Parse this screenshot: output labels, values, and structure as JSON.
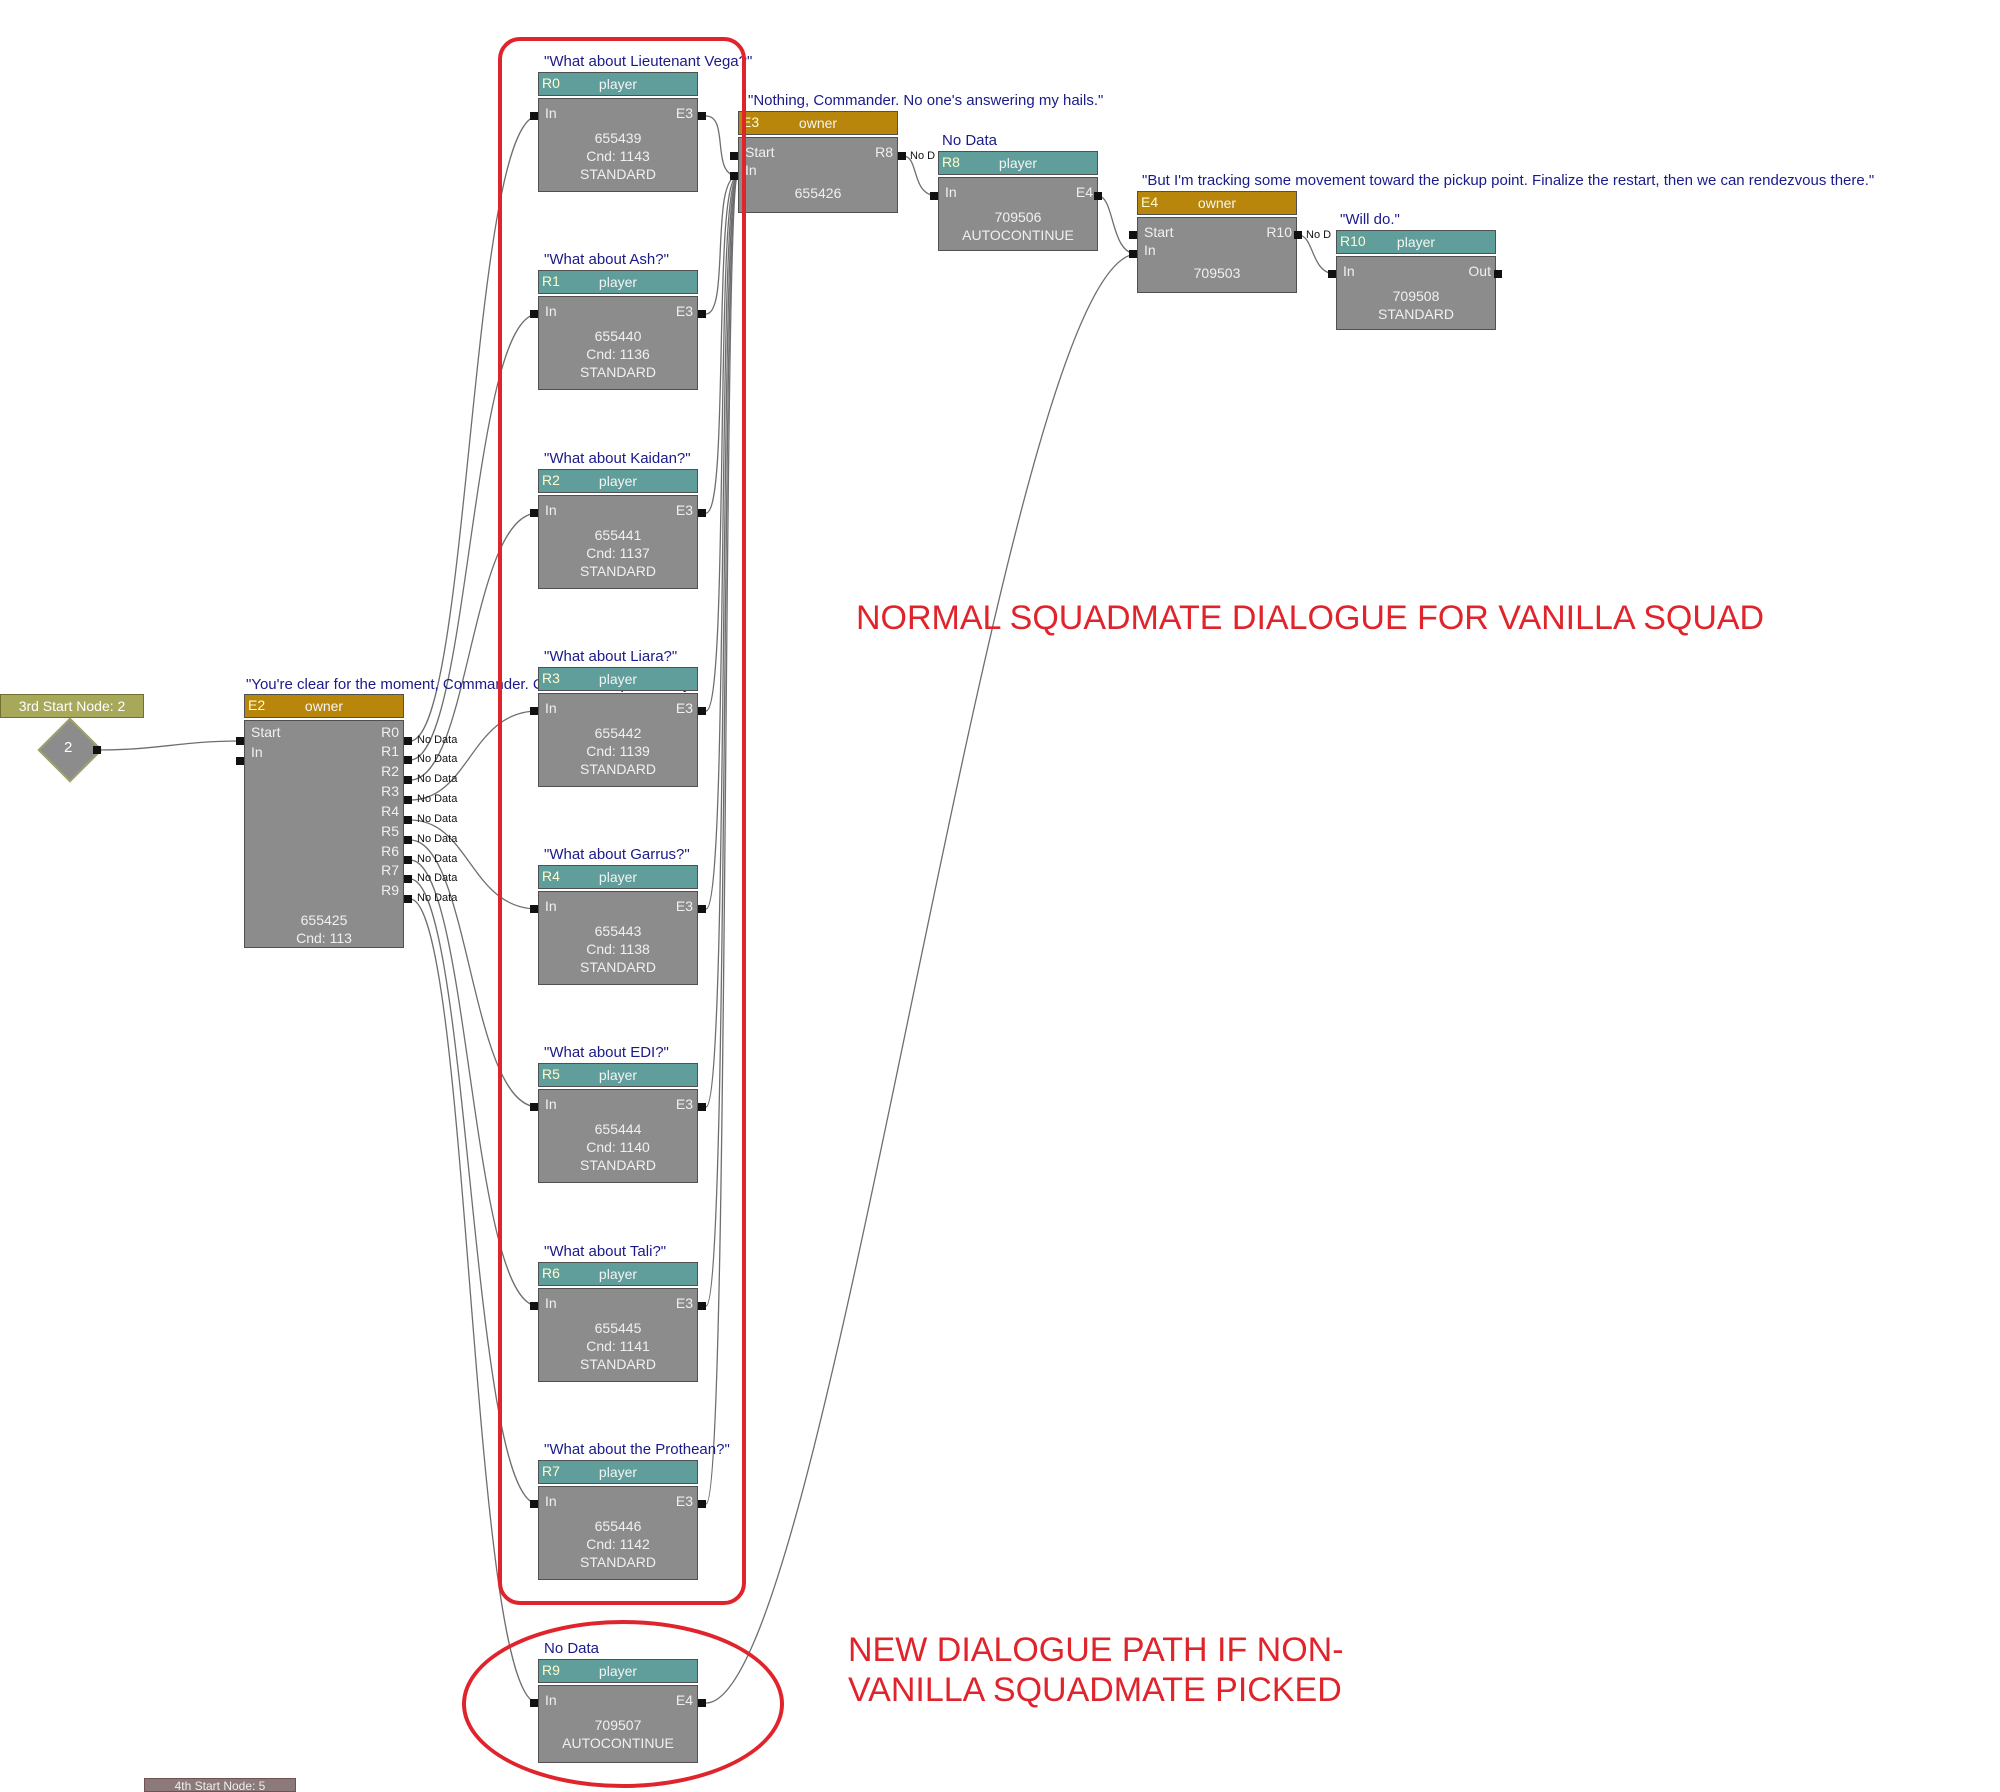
{
  "start_nodes": {
    "third": {
      "label": "3rd Start Node: 2",
      "value": "2"
    },
    "fourth": {
      "label": "4th Start Node: 5"
    }
  },
  "nodes": {
    "e2": {
      "caption": "\"You're clear for the moment, Commander. Can I see Captain Riley\"",
      "id": "E2",
      "role": "owner",
      "inputs": [
        "Start",
        "In"
      ],
      "outputs": [
        "R0",
        "R1",
        "R2",
        "R3",
        "R4",
        "R5",
        "R6",
        "R7",
        "R9"
      ],
      "no_data": "No Data",
      "number": "655425",
      "cnd": "Cnd: 113"
    },
    "r0": {
      "caption": "\"What about Lieutenant Vega?\"",
      "id": "R0",
      "role": "player",
      "in": "In",
      "out": "E3",
      "number": "655439",
      "cnd": "Cnd: 1143",
      "type": "STANDARD"
    },
    "r1": {
      "caption": "\"What about Ash?\"",
      "id": "R1",
      "role": "player",
      "in": "In",
      "out": "E3",
      "number": "655440",
      "cnd": "Cnd: 1136",
      "type": "STANDARD"
    },
    "r2": {
      "caption": "\"What about Kaidan?\"",
      "id": "R2",
      "role": "player",
      "in": "In",
      "out": "E3",
      "number": "655441",
      "cnd": "Cnd: 1137",
      "type": "STANDARD"
    },
    "r3": {
      "caption": "\"What about Liara?\"",
      "id": "R3",
      "role": "player",
      "in": "In",
      "out": "E3",
      "number": "655442",
      "cnd": "Cnd: 1139",
      "type": "STANDARD"
    },
    "r4": {
      "caption": "\"What about Garrus?\"",
      "id": "R4",
      "role": "player",
      "in": "In",
      "out": "E3",
      "number": "655443",
      "cnd": "Cnd: 1138",
      "type": "STANDARD"
    },
    "r5": {
      "caption": "\"What about EDI?\"",
      "id": "R5",
      "role": "player",
      "in": "In",
      "out": "E3",
      "number": "655444",
      "cnd": "Cnd: 1140",
      "type": "STANDARD"
    },
    "r6": {
      "caption": "\"What about Tali?\"",
      "id": "R6",
      "role": "player",
      "in": "In",
      "out": "E3",
      "number": "655445",
      "cnd": "Cnd: 1141",
      "type": "STANDARD"
    },
    "r7": {
      "caption": "\"What about the Prothean?\"",
      "id": "R7",
      "role": "player",
      "in": "In",
      "out": "E3",
      "number": "655446",
      "cnd": "Cnd: 1142",
      "type": "STANDARD"
    },
    "r9": {
      "caption": "No Data",
      "id": "R9",
      "role": "player",
      "in": "In",
      "out": "E4",
      "number": "709507",
      "type": "AUTOCONTINUE"
    },
    "e3": {
      "caption": "\"Nothing, Commander. No one's answering my hails.\"",
      "id": "E3",
      "role": "owner",
      "start": "Start",
      "in": "In",
      "out": "R8",
      "no_data": "No D",
      "number": "655426"
    },
    "r8": {
      "caption": "No Data",
      "id": "R8",
      "role": "player",
      "in": "In",
      "out": "E4",
      "number": "709506",
      "type": "AUTOCONTINUE"
    },
    "e4": {
      "caption": "\"But I'm tracking some movement toward the pickup point. Finalize the restart, then we can rendezvous there.\"",
      "id": "E4",
      "role": "owner",
      "start": "Start",
      "in": "In",
      "out": "R10",
      "no_data": "No D",
      "number": "709503"
    },
    "r10": {
      "caption": "\"Will do.\"",
      "id": "R10",
      "role": "player",
      "in": "In",
      "out": "Out",
      "number": "709508",
      "type": "STANDARD"
    }
  },
  "annotations": {
    "normal": "NORMAL SQUADMATE DIALOGUE FOR VANILLA SQUAD",
    "new_line1": "NEW DIALOGUE PATH IF NON-",
    "new_line2": "VANILLA SQUADMATE PICKED"
  },
  "colors": {
    "player_header": "#5f9e9a",
    "owner_header": "#b8860b",
    "node_body": "#8c8c8c",
    "annotation": "#e0242c",
    "caption_text": "#1a1a8a"
  }
}
